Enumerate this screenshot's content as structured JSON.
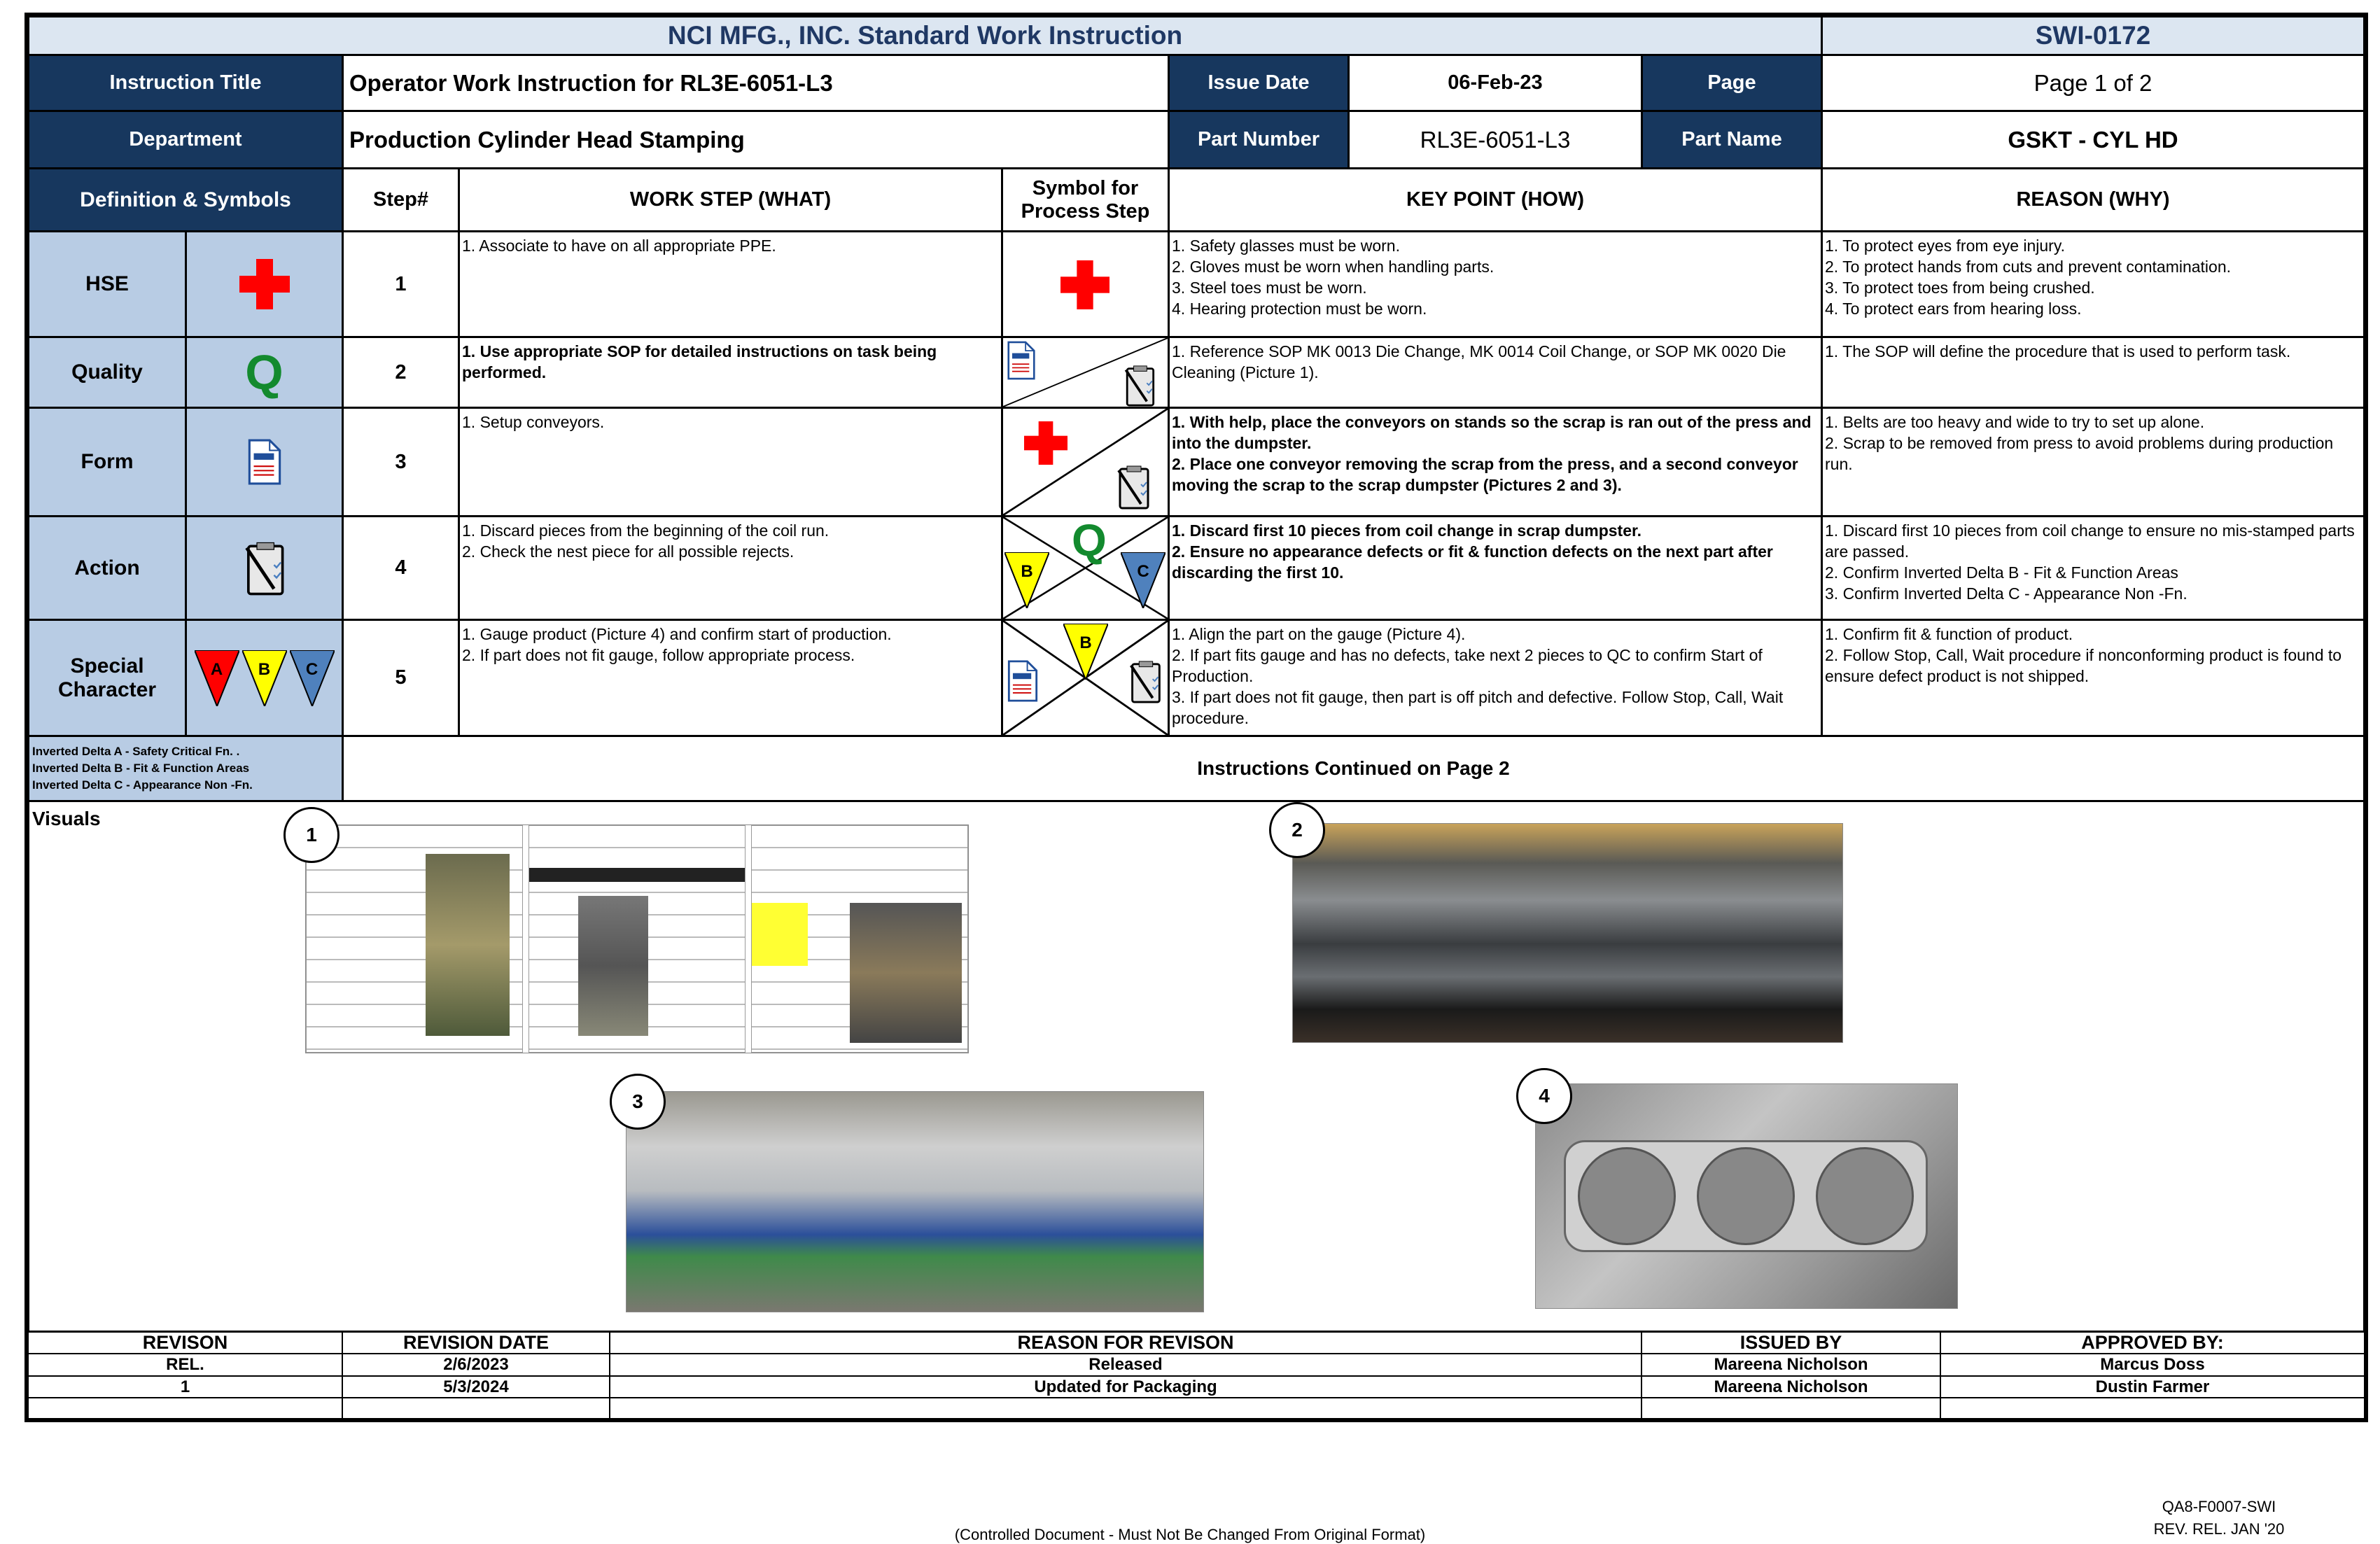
{
  "header": {
    "title": "NCI MFG., INC. Standard Work Instruction",
    "doc_number": "SWI-0172"
  },
  "info": {
    "instruction_title_label": "Instruction Title",
    "instruction_title": "Operator Work Instruction for RL3E-6051-L3",
    "issue_date_label": "Issue Date",
    "issue_date": "06-Feb-23",
    "page_label": "Page",
    "page": "Page 1 of 2",
    "department_label": "Department",
    "department": "Production Cylinder Head Stamping",
    "part_number_label": "Part Number",
    "part_number": "RL3E-6051-L3",
    "part_name_label": "Part Name",
    "part_name": "GSKT - CYL HD"
  },
  "columns": {
    "definitions": "Definition & Symbols",
    "step": "Step#",
    "what": "WORK STEP (WHAT)",
    "symbol": "Symbol for Process Step",
    "how": "KEY POINT (HOW)",
    "why": "REASON (WHY)"
  },
  "symbols": {
    "hse": "HSE",
    "quality": "Quality",
    "form": "Form",
    "action": "Action",
    "special": "Special Character",
    "q_letter": "Q",
    "delta_a": "A",
    "delta_b": "B",
    "delta_c": "C"
  },
  "colors": {
    "header_dark": "#17375e",
    "definition_bg": "#b8cce4",
    "title_bg": "#dce6f1",
    "hse_red": "#ff0000",
    "quality_green": "#138a2e",
    "delta_a": "#ff0000",
    "delta_b": "#ffff00",
    "delta_c": "#4f81bd"
  },
  "steps": [
    {
      "num": "1",
      "what": "1. Associate to have on all appropriate PPE.",
      "how": "1. Safety glasses must be worn.\n2. Gloves must be worn when handling parts.\n3. Steel toes must be worn.\n4. Hearing protection must be worn.",
      "why": "1. To protect eyes from eye injury.\n2. To protect hands from cuts and prevent contamination.\n3. To protect toes from being crushed.\n4. To protect ears from hearing loss.",
      "symbols": [
        "red-cross-icon"
      ]
    },
    {
      "num": "2",
      "what": "1. Use appropriate SOP for detailed instructions on task being performed.",
      "how": "1. Reference SOP MK 0013 Die Change, MK 0014 Coil Change, or SOP MK 0020 Die Cleaning  (Picture 1).",
      "why": "1. The SOP will define the procedure that is used to perform task.",
      "symbols": [
        "docs-icon",
        "clipboard-icon"
      ]
    },
    {
      "num": "3",
      "what": "1. Setup conveyors.",
      "how": "1. With help, place the conveyors on stands so the scrap is ran out of the press and into the dumpster.\n2. Place one conveyor removing the scrap from the press, and a second conveyor moving the scrap to the scrap dumpster (Pictures 2 and 3).",
      "why": "1. Belts are too heavy and wide to try to set up alone.\n2. Scrap to be removed from press to avoid problems during production run.",
      "symbols": [
        "red-cross-icon",
        "clipboard-icon"
      ]
    },
    {
      "num": "4",
      "what": "1. Discard pieces from the beginning of the coil run.\n2. Check the nest piece for all possible rejects.",
      "how": "1. Discard first 10 pieces from coil change in scrap dumpster.\n2. Ensure no appearance defects or fit & function defects on the next part after discarding the first 10.",
      "why": "1. Discard first 10 pieces from coil change to ensure no mis-stamped parts are passed.\n2. Confirm Inverted Delta B - Fit & Function Areas\n3. Confirm Inverted Delta C  - Appearance Non -Fn.",
      "symbols": [
        "quality-q-icon",
        "delta-b-icon",
        "delta-c-icon"
      ]
    },
    {
      "num": "5",
      "what": "1. Gauge product (Picture 4) and confirm start of production.\n2. If part does not fit gauge, follow appropriate process.",
      "how": "1. Align the part on the gauge (Picture 4).\n2. If part fits gauge and has no defects, take next 2 pieces to QC to confirm Start of Production.\n3. If part does not fit gauge, then part is off pitch and defective. Follow Stop, Call, Wait procedure.",
      "why": "1. Confirm fit & function of product.\n2. Follow Stop, Call, Wait procedure if nonconforming product is found to ensure defect product is not shipped.",
      "symbols": [
        "delta-b-icon",
        "docs-icon",
        "clipboard-icon"
      ]
    }
  ],
  "legend": [
    "Inverted Delta A - Safety Critical Fn. .",
    "Inverted Delta B - Fit & Function Areas",
    "Inverted Delta C  - Appearance Non -Fn."
  ],
  "continued": "Instructions Continued on Page 2",
  "visuals": {
    "label": "Visuals",
    "pictures": [
      "1",
      "2",
      "3",
      "4"
    ]
  },
  "revisions": {
    "headers": [
      "REVISON",
      "REVISION DATE",
      "REASON FOR REVISON",
      "ISSUED BY",
      "APPROVED BY:"
    ],
    "rows": [
      [
        "REL.",
        "2/6/2023",
        "Released",
        "Mareena Nicholson",
        "Marcus Doss"
      ],
      [
        "1",
        "5/3/2024",
        "Updated for Packaging",
        "Mareena Nicholson",
        "Dustin Farmer"
      ]
    ]
  },
  "footer": {
    "controlled": "(Controlled Document - Must Not Be Changed From Original Format)",
    "form_number": "QA8-F0007-SWI",
    "rev_release": "REV. REL. JAN '20"
  }
}
